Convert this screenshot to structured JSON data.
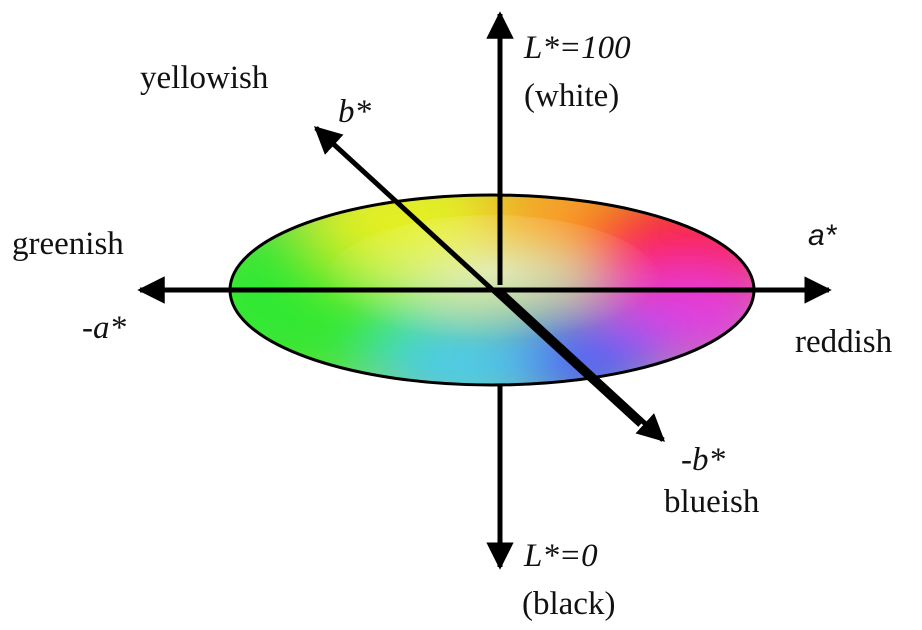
{
  "diagram": {
    "axes": {
      "l_top": {
        "label": "L*=100",
        "desc": "(white)"
      },
      "l_bottom": {
        "label": "L*=0",
        "desc": "(black)"
      },
      "a_pos": {
        "label": "a*",
        "desc": "reddish"
      },
      "a_neg": {
        "label": "-a*",
        "desc": "greenish"
      },
      "b_pos": {
        "label": "b*",
        "desc": "yellowish"
      },
      "b_neg": {
        "label": "-b*",
        "desc": "blueish"
      }
    },
    "colors": {
      "axis": "#000000",
      "red": "#ff1a1a",
      "magenta": "#e040e0",
      "blue": "#4a5aff",
      "cyan": "#3fc8ff",
      "green": "#33e833",
      "yellow": "#e6f020",
      "orange": "#ffa020"
    }
  }
}
